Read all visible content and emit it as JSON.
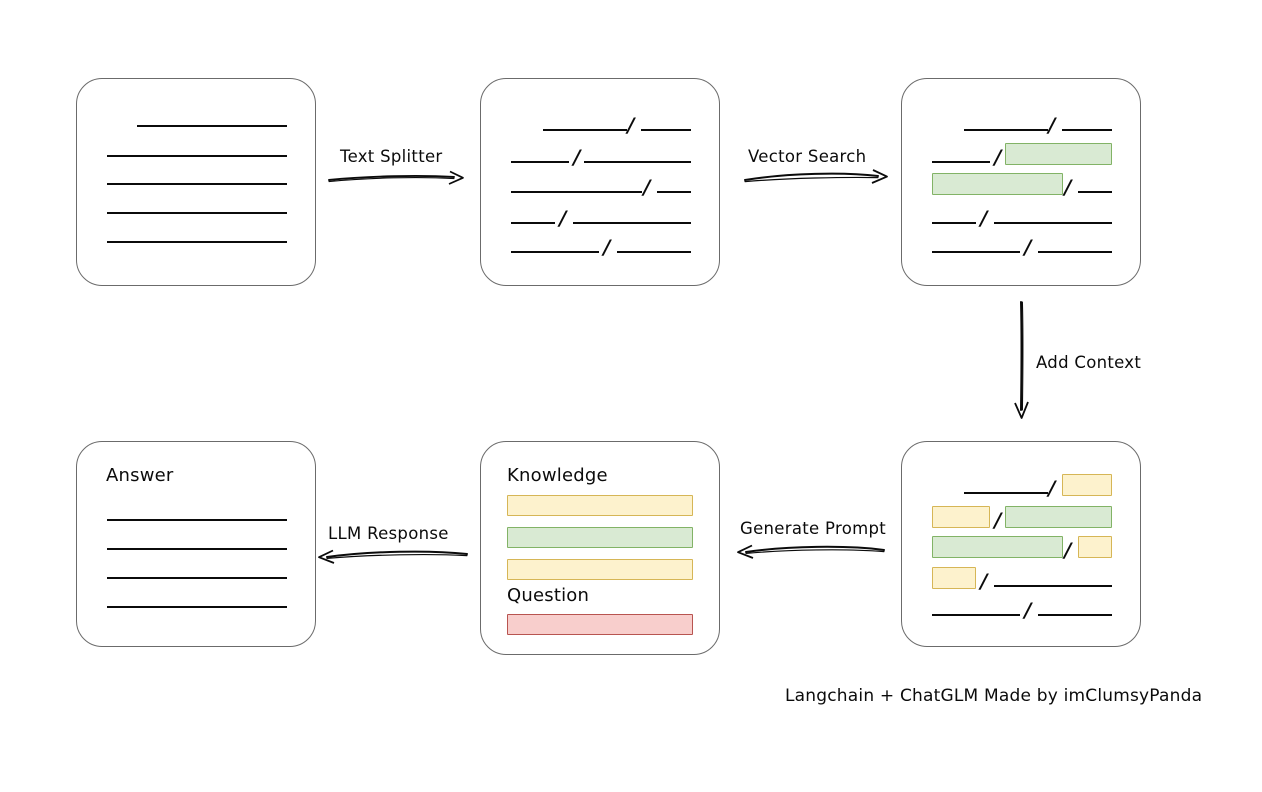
{
  "diagram": {
    "title_note": "Langchain + ChatGLM Made by imClumsyPanda",
    "nodes": {
      "source_document": {
        "caption": "",
        "lines": 5
      },
      "split_document": {
        "caption": "",
        "lines": 5
      },
      "search_result": {
        "caption": "",
        "lines": 5
      },
      "context_document": {
        "caption": "",
        "lines": 5
      },
      "prompt": {
        "knowledge_label": "Knowledge",
        "question_label": "Question"
      },
      "answer": {
        "caption": "Answer",
        "lines": 4
      }
    },
    "edges": [
      {
        "id": "text-splitter",
        "label": "Text Splitter",
        "direction": "right"
      },
      {
        "id": "vector-search",
        "label": "Vector Search",
        "direction": "right"
      },
      {
        "id": "add-context",
        "label": "Add Context",
        "direction": "down"
      },
      {
        "id": "generate-prompt",
        "label": "Generate Prompt",
        "direction": "left"
      },
      {
        "id": "llm-response",
        "label": "LLM Response",
        "direction": "left"
      }
    ],
    "colors": {
      "knowledge_yellow_fill": "#fdf2cd",
      "knowledge_yellow_stroke": "#d6b656",
      "retrieved_green_fill": "#d9ead3",
      "retrieved_green_stroke": "#82b366",
      "question_red_fill": "#f8cecc",
      "question_red_stroke": "#b85450",
      "box_stroke": "#6b6b6b",
      "ink": "#0b0b0b"
    }
  }
}
